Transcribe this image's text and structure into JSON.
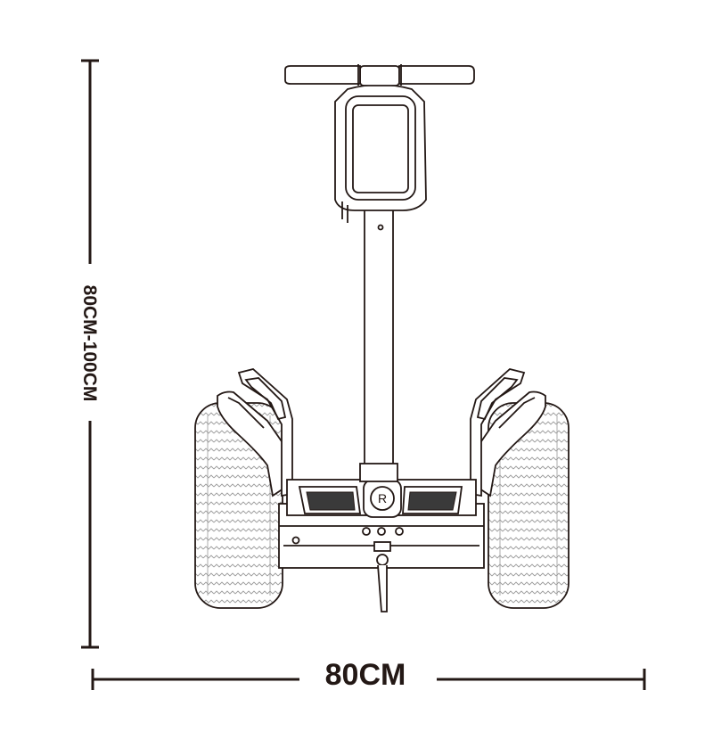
{
  "dimensions": {
    "height_label": "80CM-100CM",
    "width_label": "80CM"
  },
  "colors": {
    "line": "#231815",
    "tread": "#9a9a9a",
    "background": "#ffffff"
  },
  "logo": {
    "text": "R"
  }
}
